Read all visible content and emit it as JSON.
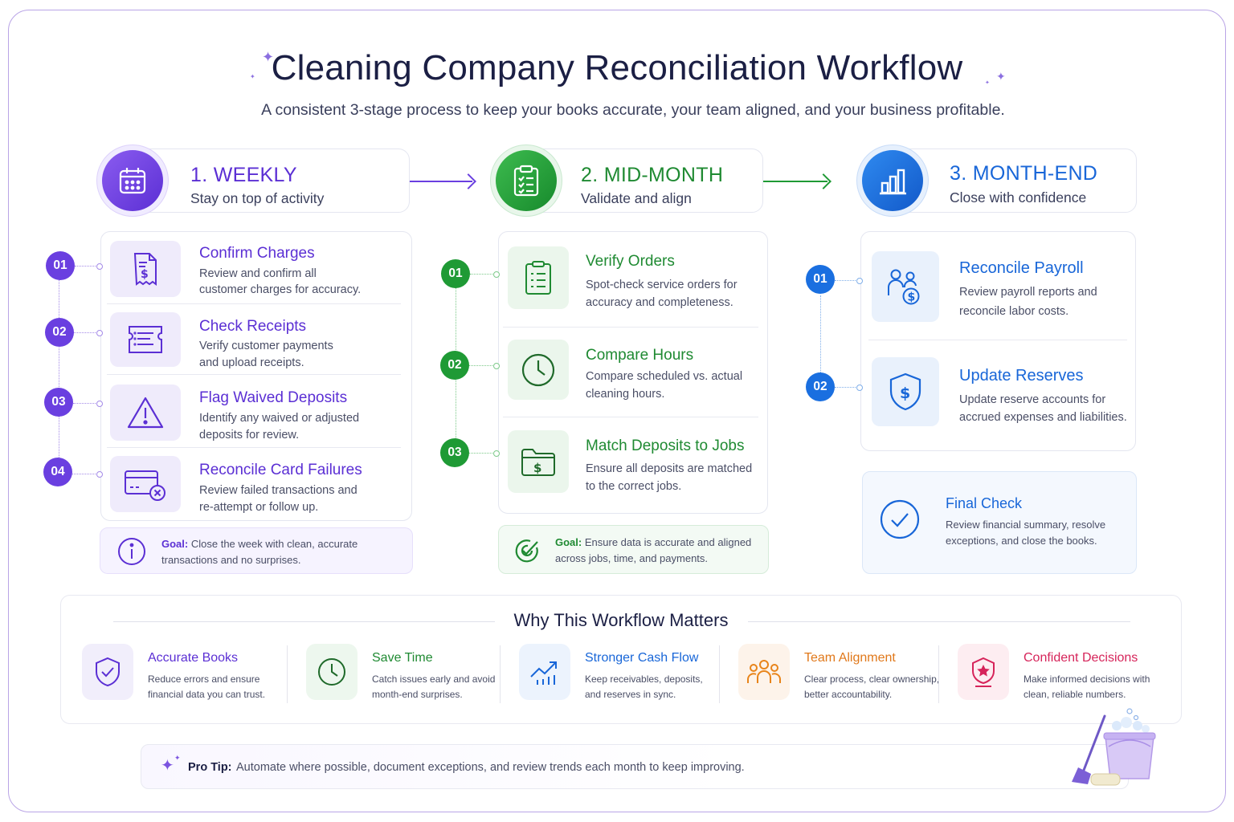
{
  "header": {
    "title": "Cleaning Company Reconciliation Workflow",
    "subtitle": "A consistent 3-stage process to keep your books accurate, your team aligned, and your business profitable."
  },
  "colors": {
    "weekly": "#6a3fe0",
    "mid_month": "#1f9a35",
    "month_end": "#1a6fe0"
  },
  "stages": [
    {
      "title": "1. WEEKLY",
      "subtitle": "Stay on top of activity",
      "icon": "calendar-icon",
      "tasks": [
        {
          "num": "01",
          "title": "Confirm Charges",
          "desc1": "Review and confirm all",
          "desc2": "customer charges for accuracy.",
          "icon": "invoice-icon"
        },
        {
          "num": "02",
          "title": "Check Receipts",
          "desc1": "Verify customer payments",
          "desc2": "and upload receipts.",
          "icon": "receipt-icon"
        },
        {
          "num": "03",
          "title": "Flag Waived Deposits",
          "desc1": "Identify any waived or adjusted",
          "desc2": "deposits for review.",
          "icon": "warning-icon"
        },
        {
          "num": "04",
          "title": "Reconcile Card Failures",
          "desc1": "Review failed transactions and",
          "desc2": "re-attempt or follow up.",
          "icon": "card-failure-icon"
        }
      ],
      "goal_label": "Goal:",
      "goal_text1": "Close the week with clean, accurate",
      "goal_text2": "transactions and no surprises."
    },
    {
      "title": "2. MID-MONTH",
      "subtitle": "Validate and align",
      "icon": "clipboard-check-icon",
      "tasks": [
        {
          "num": "01",
          "title": "Verify Orders",
          "desc1": "Spot-check service orders for",
          "desc2": "accuracy and completeness.",
          "icon": "checklist-icon"
        },
        {
          "num": "02",
          "title": "Compare Hours",
          "desc1": "Compare scheduled vs. actual",
          "desc2": "cleaning hours.",
          "icon": "clock-icon"
        },
        {
          "num": "03",
          "title": "Match Deposits to Jobs",
          "desc1": "Ensure all deposits are matched",
          "desc2": "to the correct jobs.",
          "icon": "folder-dollar-icon"
        }
      ],
      "goal_label": "Goal:",
      "goal_text1": "Ensure data is accurate and aligned",
      "goal_text2": "across jobs, time, and payments."
    },
    {
      "title": "3. MONTH-END",
      "subtitle": "Close with confidence",
      "icon": "bar-chart-icon",
      "tasks": [
        {
          "num": "01",
          "title": "Reconcile Payroll",
          "desc1": "Review payroll reports and",
          "desc2": "reconcile labor costs.",
          "icon": "payroll-icon"
        },
        {
          "num": "02",
          "title": "Update Reserves",
          "desc1": "Update reserve accounts for",
          "desc2": "accrued expenses and liabilities.",
          "icon": "shield-dollar-icon"
        }
      ],
      "final_title": "Final Check",
      "final_text1": "Review financial summary, resolve",
      "final_text2": "exceptions, and close the books."
    }
  ],
  "why": {
    "title": "Why This Workflow Matters",
    "benefits": [
      {
        "title": "Accurate Books",
        "desc1": "Reduce errors and ensure",
        "desc2": "financial data you can trust.",
        "color": "#6a3fe0",
        "icon": "shield-check-icon"
      },
      {
        "title": "Save Time",
        "desc1": "Catch issues early and avoid",
        "desc2": "month-end surprises.",
        "color": "#1f9a35",
        "icon": "clock-icon"
      },
      {
        "title": "Stronger Cash Flow",
        "desc1": "Keep receivables, deposits,",
        "desc2": "and reserves in sync.",
        "color": "#1a6fe0",
        "icon": "trend-up-icon"
      },
      {
        "title": "Team Alignment",
        "desc1": "Clear process, clear ownership,",
        "desc2": "better accountability.",
        "color": "#e8841a",
        "icon": "team-icon"
      },
      {
        "title": "Confident Decisions",
        "desc1": "Make informed decisions with",
        "desc2": "clean, reliable numbers.",
        "color": "#d6245a",
        "icon": "award-star-icon"
      }
    ]
  },
  "tip": {
    "label": "Pro Tip:",
    "text": "Automate where possible, document exceptions, and review trends each month to keep improving."
  }
}
